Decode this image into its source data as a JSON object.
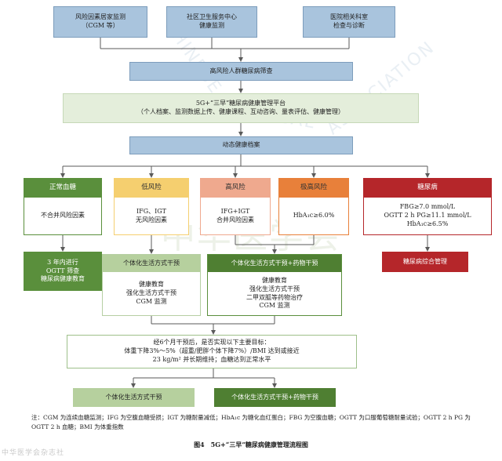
{
  "top_sources": [
    {
      "line1": "风险因素居家监测",
      "line2": "（CGM 等）"
    },
    {
      "line1": "社区卫生服务中心",
      "line2": "健康监测"
    },
    {
      "line1": "医院相关科室",
      "line2": "检查与诊断"
    }
  ],
  "screening": "高风险人群糖尿病筛查",
  "platform": {
    "title": "5G+“三早”糖尿病健康管理平台",
    "subtitle": "（个人档案、监测数据上传、健康课程、互动咨询、量表评估、健康管理）"
  },
  "dynamic_record": "动态健康档案",
  "categories": [
    {
      "header": "正常血糖",
      "body": [
        "不合并风险因素"
      ],
      "header_color": "#5a8f3c",
      "header_text": "#ffffff"
    },
    {
      "header": "低风险",
      "body": [
        "IFG、IGT",
        "无风险因素"
      ],
      "header_color": "#f5cf6f",
      "header_text": "#333333"
    },
    {
      "header": "高风险",
      "body": [
        "IFG+IGT",
        "合并风险因素"
      ],
      "header_color": "#efa98e",
      "header_text": "#333333"
    },
    {
      "header": "极高风险",
      "body": [
        "HbA₁c≥6.0%"
      ],
      "header_color": "#e8803a",
      "header_text": "#333333"
    },
    {
      "header": "糖尿病",
      "body": [
        "FBG≥7.0 mmol/L",
        "OGTT 2 h PG≥11.1 mmol/L",
        "HbA₁c≥6.5%"
      ],
      "header_color": "#b5262a",
      "header_text": "#ffffff"
    }
  ],
  "normal_action": [
    "3 年内进行",
    "OGTT 筛查",
    "糖尿病健康教育"
  ],
  "lifestyle_box": {
    "header": "个体化生活方式干预",
    "items": [
      "健康教育",
      "强化生活方式干预",
      "CGM 监测"
    ]
  },
  "lifestyle_drug_box": {
    "header": "个体化生活方式干预+药物干预",
    "items": [
      "健康教育",
      "强化生活方式干预",
      "二甲双胍等药物治疗",
      "CGM 监测"
    ]
  },
  "diabetes_management": "糖尿病综合管理",
  "review": [
    "经6个月干预后，是否实现以下主要目标：",
    "体重下降3%～5%（超重/肥胖个体下降7%）/BMI 达到或接近",
    "23 kg/m² 并长期维持；血糖达到正常水平"
  ],
  "outcomes": [
    "个体化生活方式干预",
    "个体化生活方式干预+药物干预"
  ],
  "note": "注：CGM 为连续血糖监测；IFG 为空腹血糖受损；IGT 为糖耐量减低；HbA₁c 为糖化血红蛋白；FBG 为空腹血糖；OGTT 为口服葡萄糖耐量试验；OGTT 2 h PG 为 OGTT 2 h 血糖；BMI 为体重指数",
  "caption": "图4　5G+“三早”糖尿病健康管理流程图",
  "watermarks": [
    "CHINESE",
    "MEDICAL",
    "ASSOCIATION",
    "中华医学会"
  ],
  "footer": "中华医学会杂志社"
}
